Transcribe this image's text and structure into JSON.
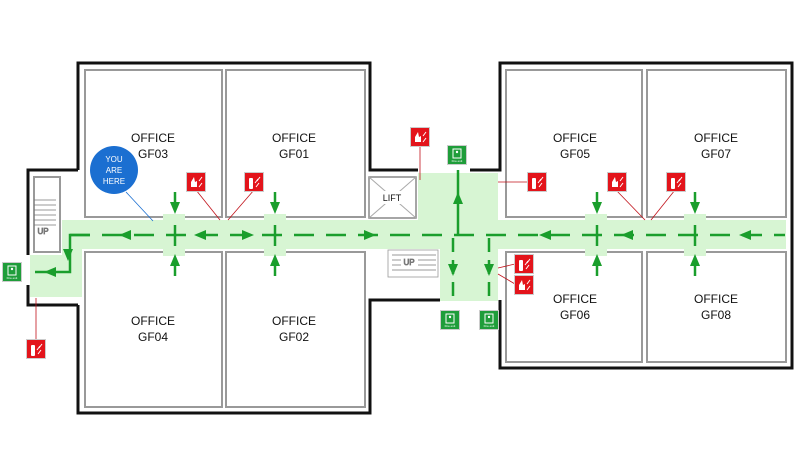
{
  "title": "Ground floor fire evacuation plan",
  "you_are_here": {
    "line1": "YOU",
    "line2": "ARE",
    "line3": "HERE"
  },
  "rooms": [
    {
      "name": "OFFICE",
      "code": "GF03"
    },
    {
      "name": "OFFICE",
      "code": "GF01"
    },
    {
      "name": "OFFICE",
      "code": "GF04"
    },
    {
      "name": "OFFICE",
      "code": "GF02"
    },
    {
      "name": "OFFICE",
      "code": "GF05"
    },
    {
      "name": "OFFICE",
      "code": "GF07"
    },
    {
      "name": "OFFICE",
      "code": "GF06"
    },
    {
      "name": "OFFICE",
      "code": "GF08"
    }
  ],
  "lift_label": "LIFT",
  "stairs_label": "UP",
  "fire_exit_text": "Fire exit",
  "colors": {
    "route": "#1a9e2c",
    "route_fill": "#d7f5d3",
    "fire_sign": "#e3141b",
    "exit_sign": "#1f9d3a",
    "you_are_here": "#1b6fd1"
  }
}
